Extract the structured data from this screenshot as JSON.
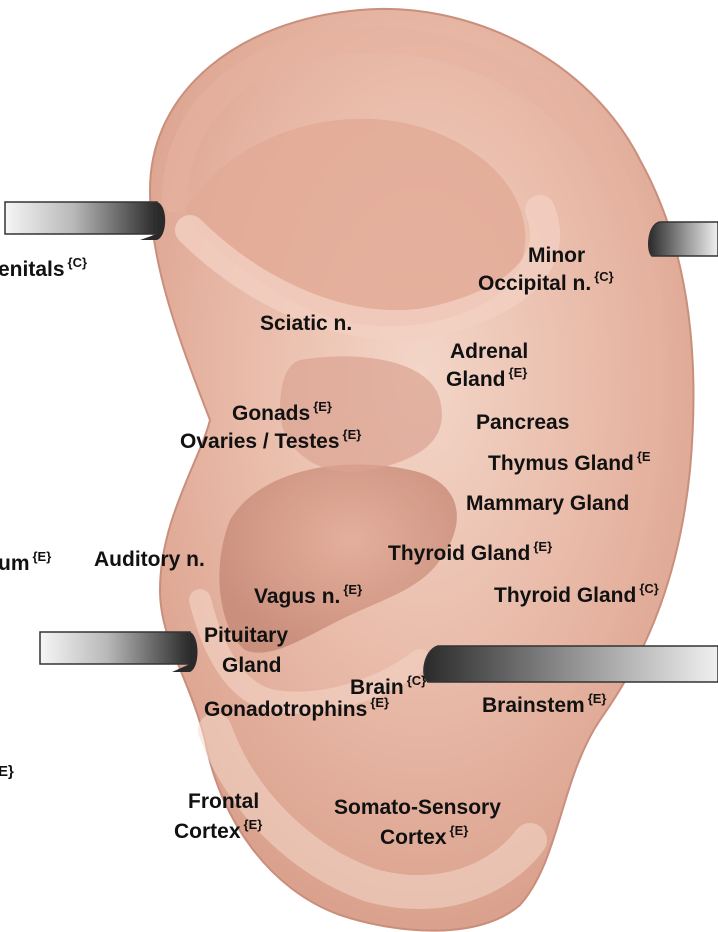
{
  "diagram": {
    "labels": {
      "genitals": {
        "text": "enitals",
        "sup": "{C}"
      },
      "minor_occipital_1": {
        "text": "Minor"
      },
      "minor_occipital_2": {
        "text": "Occipital n.",
        "sup": "{C}"
      },
      "sciatic": {
        "text": "Sciatic n."
      },
      "adrenal_1": {
        "text": "Adrenal"
      },
      "adrenal_2": {
        "text": "Gland",
        "sup": "{E}"
      },
      "gonads": {
        "text": "Gonads",
        "sup": "{E}"
      },
      "ovaries_testes": {
        "text": "Ovaries / Testes",
        "sup": "{E}"
      },
      "pancreas": {
        "text": "Pancreas"
      },
      "thymus": {
        "text": "Thymus Gland",
        "sup": "{E"
      },
      "mammary": {
        "text": "Mammary Gland"
      },
      "um": {
        "text": "um",
        "sup": "{E}"
      },
      "auditory": {
        "text": "Auditory n."
      },
      "thyroid_e": {
        "text": "Thyroid Gland",
        "sup": "{E}"
      },
      "vagus": {
        "text": "Vagus n.",
        "sup": "{E}"
      },
      "thyroid_c": {
        "text": "Thyroid Gland",
        "sup": "{C}"
      },
      "pituitary_1": {
        "text": "Pituitary"
      },
      "pituitary_2": {
        "text": "Gland"
      },
      "brain": {
        "text": "Brain",
        "sup": "{C}"
      },
      "gonadotrophins": {
        "text": "Gonadotrophins",
        "sup": "{E}"
      },
      "brainstem": {
        "text": "Brainstem",
        "sup": "{E}"
      },
      "edge_e": {
        "text": "E}"
      },
      "frontal_1": {
        "text": "Frontal"
      },
      "frontal_2": {
        "text": "Cortex",
        "sup": "{E}"
      },
      "somato_1": {
        "text": "Somato-Sensory"
      },
      "somato_2": {
        "text": "Cortex",
        "sup": "{E}"
      }
    },
    "colors": {
      "skin_light": "#f0cfc0",
      "skin_mid": "#e2ab98",
      "skin_shadow": "#c68a78",
      "probe_dark": "#2f2f2f",
      "probe_light": "#f2f2f2"
    }
  }
}
